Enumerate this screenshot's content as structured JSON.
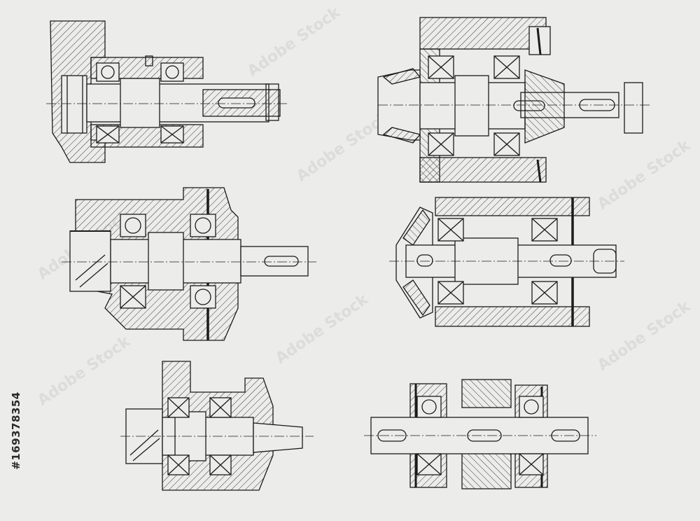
{
  "image": {
    "stock_id": "#169378354",
    "watermark": "Adobe Stock",
    "colors": {
      "paper": "#ececea",
      "line": "#1b1b1b",
      "hatch": "#3a3a3a",
      "watermark": "#d8d8d6"
    }
  },
  "drawings": [
    {
      "name": "shaft-assembly-top-left"
    },
    {
      "name": "bevel-pinion-shaft-top-right"
    },
    {
      "name": "gear-shaft-middle-left"
    },
    {
      "name": "bevel-gear-shaft-middle-right"
    },
    {
      "name": "pinion-shaft-bottom-left"
    },
    {
      "name": "double-shaft-bottom-right"
    }
  ]
}
